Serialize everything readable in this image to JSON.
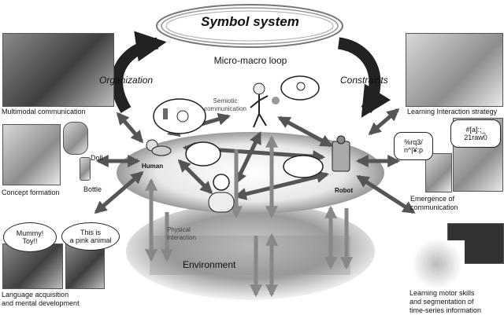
{
  "title": "Symbol system",
  "loop_label": "Micro-macro loop",
  "organization_label": "Organization",
  "constraints_label": "Constraints",
  "semiotic_label": "Semiotic\ncommunication",
  "physical_label": "Physical\ninteraction",
  "environment_label": "Environment",
  "human_label": "Human",
  "robot_label": "Robot",
  "doll_label": "Doll",
  "bottle_label": "Bottle",
  "left_panels": [
    {
      "label": "Multimodal communication"
    },
    {
      "label": "Concept formation"
    },
    {
      "label": "Language acquisition\nand mental development"
    }
  ],
  "right_panels": [
    {
      "label": "Learning Interaction strategy"
    },
    {
      "label": "Emergence of\ncommunication"
    },
    {
      "label": "Learning motor skills\nand segmentation of\ntime-series information"
    }
  ],
  "speech_bubbles": {
    "mummy": "Mummy!\nToy!!",
    "pink": "This is\na pink animal",
    "robot1": "%rq3/\nn^|¥:p",
    "robot2": "#[a]:;_\n21raw0"
  }
}
